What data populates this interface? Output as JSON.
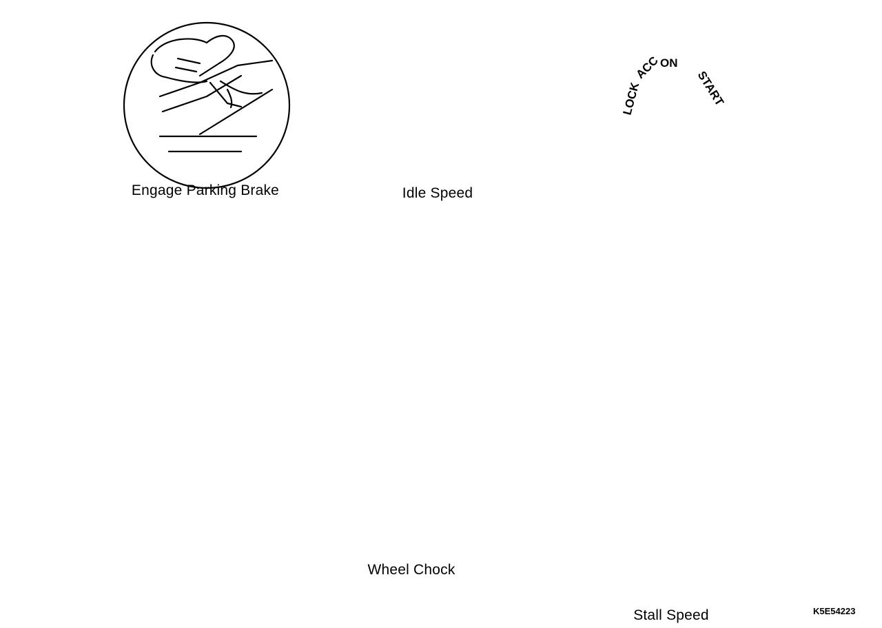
{
  "steps": [
    {
      "id": "parking-brake",
      "label": "Engage Parking Brake"
    },
    {
      "id": "idle-speed",
      "label": "Idle Speed"
    },
    {
      "id": "ignition",
      "label": ""
    },
    {
      "id": "pedals",
      "label": ""
    },
    {
      "id": "stall-speed",
      "label": "Stall Speed"
    }
  ],
  "ignition_positions": [
    "LOCK",
    "ACC",
    "ON",
    "START"
  ],
  "car_callout": "Wheel Chock",
  "figure_code": "K5E54223",
  "icons": [
    "hand-on-lever-icon",
    "tachometer-icon",
    "ignition-switch-icon",
    "foot-pedals-icon",
    "arrow-right-icon",
    "arrow-down-icon",
    "sedan-car-icon",
    "wheel-chock-icon"
  ],
  "colors": {
    "ink": "#000000",
    "background": "#ffffff"
  }
}
